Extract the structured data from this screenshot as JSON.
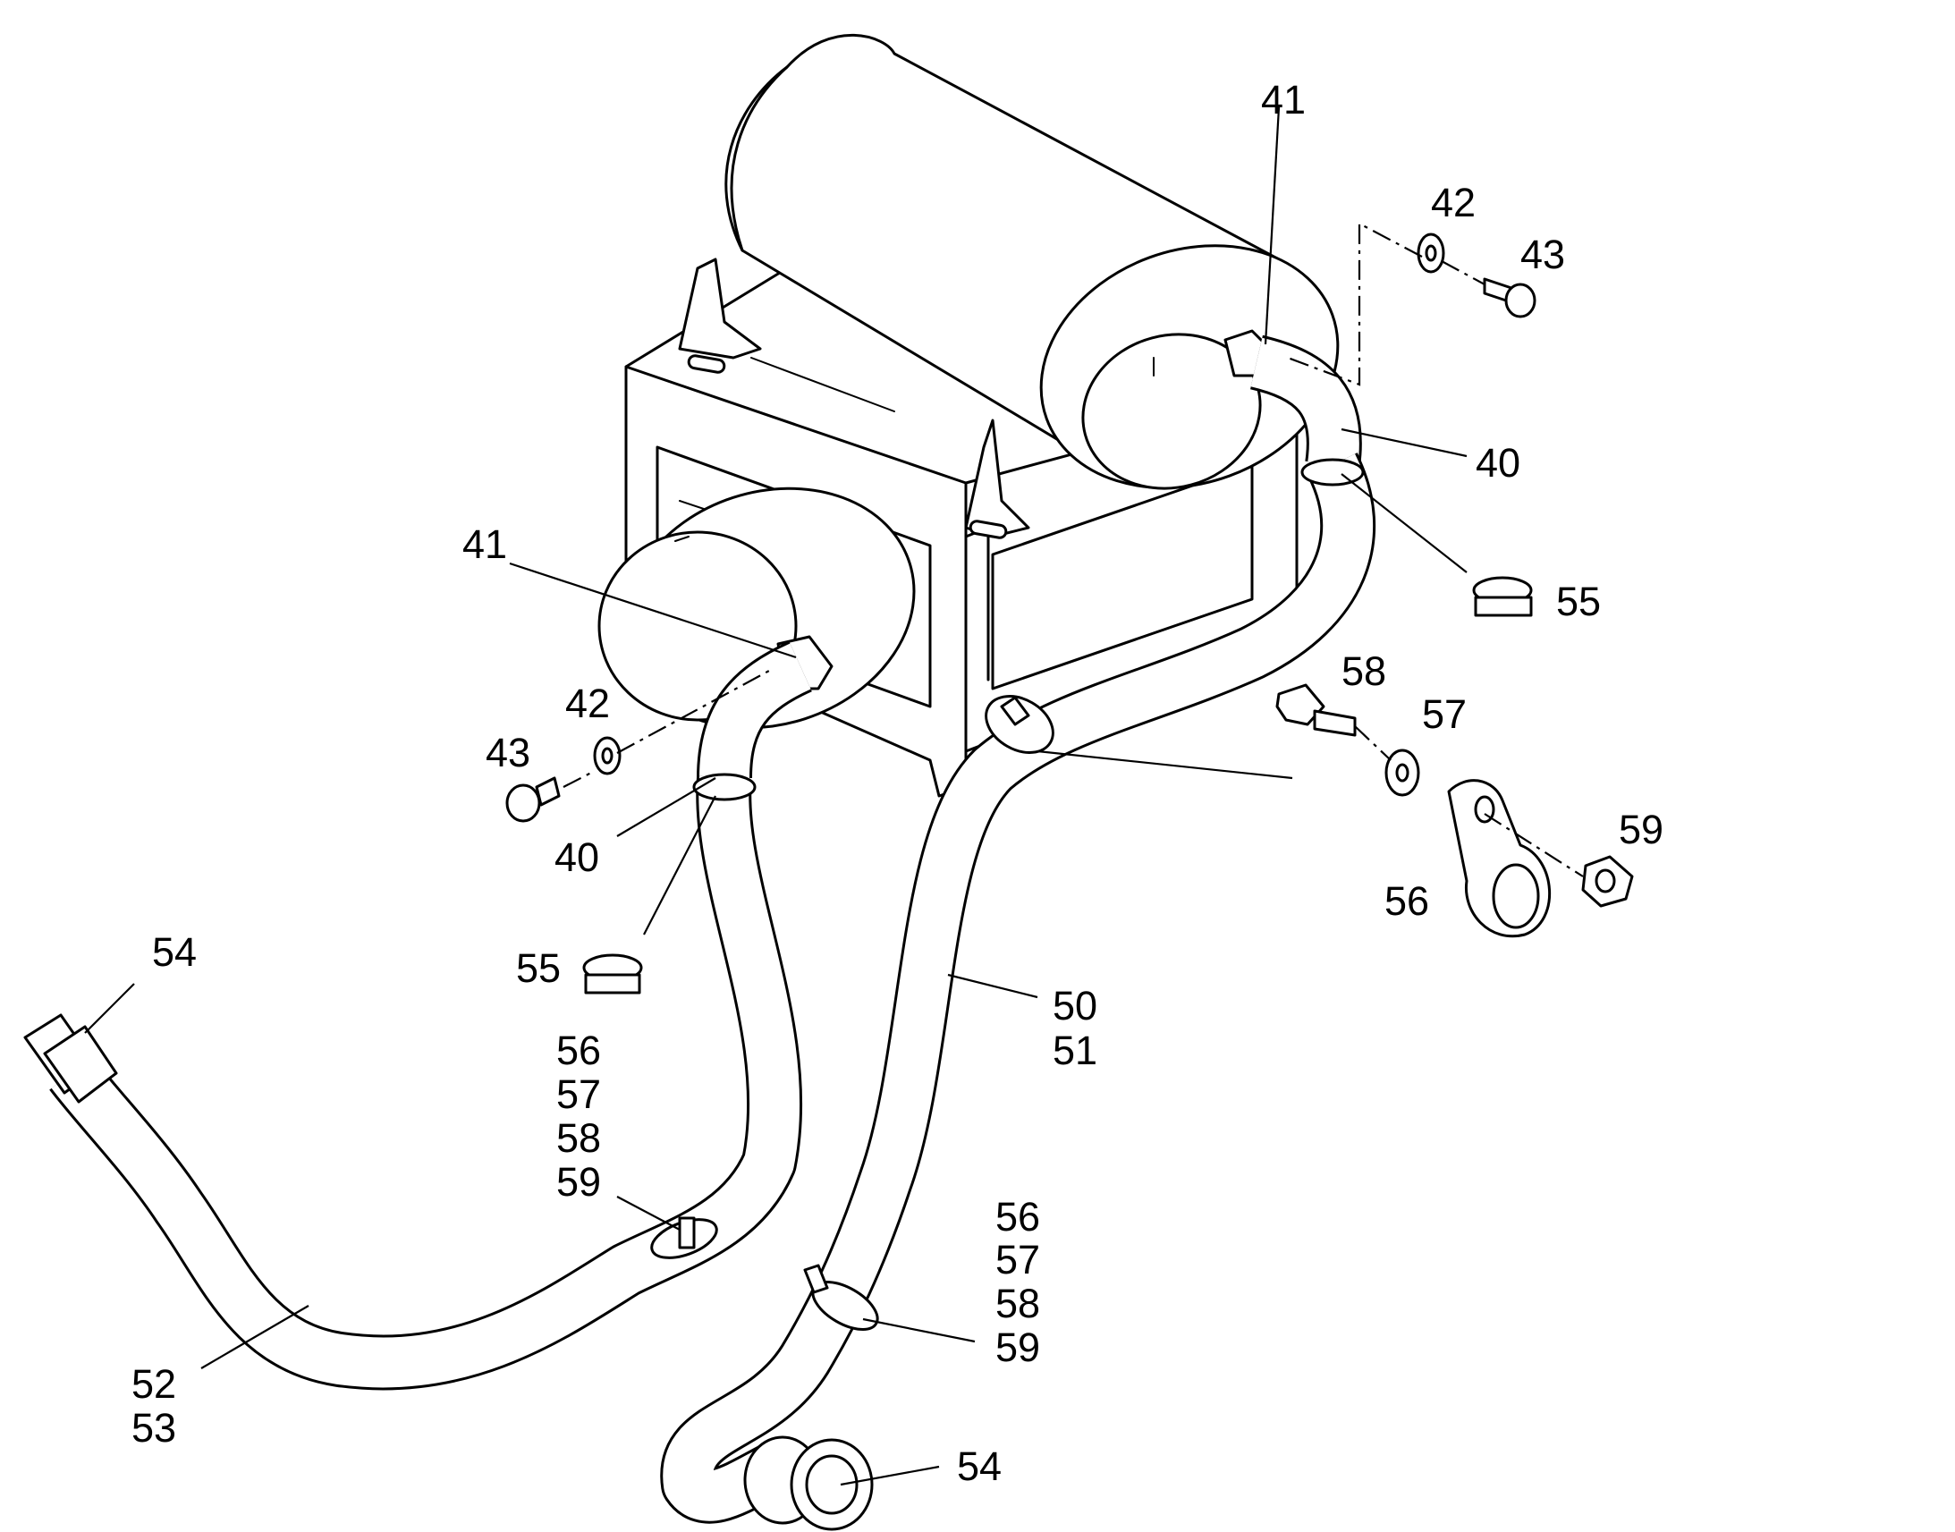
{
  "diagram": {
    "labels": {
      "l41_top": "41",
      "l42_top": "42",
      "l43_top": "43",
      "l40_right": "40",
      "l55_right": "55",
      "l41_left": "41",
      "l42_left": "42",
      "l43_left": "43",
      "l40_left": "40",
      "l58_right": "58",
      "l57_right": "57",
      "l59_right": "59",
      "l56_right": "56",
      "l55_left": "55",
      "l54_left": "54",
      "l50": "50",
      "l51": "51",
      "l56_mid": "56",
      "l57_mid": "57",
      "l58_mid": "58",
      "l59_mid": "59",
      "l56_low": "56",
      "l57_low": "57",
      "l58_low": "58",
      "l59_low": "59",
      "l52": "52",
      "l53": "53",
      "l54_bottom": "54"
    }
  }
}
